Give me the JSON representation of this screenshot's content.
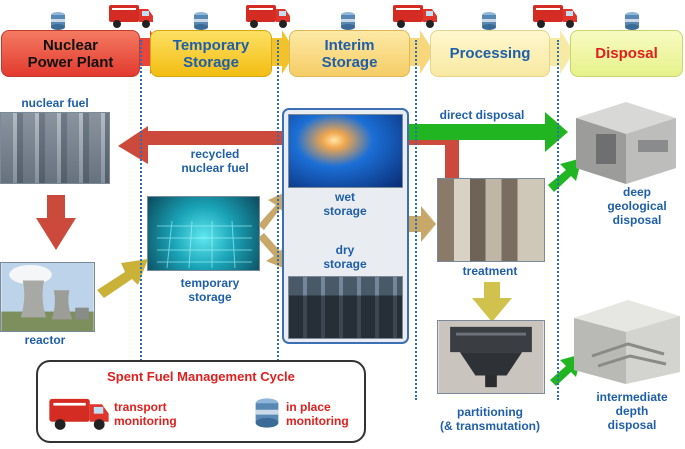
{
  "stages": [
    {
      "id": "nuclear_power_plant",
      "label": "Nuclear\nPower Plant",
      "color": "#e9453a",
      "text_color": "#111111"
    },
    {
      "id": "temporary_storage",
      "label": "Temporary\nStorage",
      "color": "#f7c81b",
      "text_color": "#1f5fa8"
    },
    {
      "id": "interim_storage",
      "label": "Interim\nStorage",
      "color": "#f9d87a",
      "text_color": "#1f5fa8"
    },
    {
      "id": "processing",
      "label": "Processing",
      "color": "#fbefb0",
      "text_color": "#1f5fa8"
    },
    {
      "id": "disposal",
      "label": "Disposal",
      "color": "#eef79a",
      "text_color": "#e0201e"
    }
  ],
  "labels": {
    "nuclear_fuel": "nuclear fuel",
    "recycled_fuel": "recycled\nnuclear fuel",
    "direct_disposal": "direct disposal",
    "reactor": "reactor",
    "temporary_storage": "temporary\nstorage",
    "wet_storage": "wet\nstorage",
    "dry_storage": "dry\nstorage",
    "treatment": "treatment",
    "partitioning": "partitioning\n(& transmutation)",
    "deep_geological_disposal": "deep\ngeological\ndisposal",
    "intermediate_depth_disposal": "intermediate\ndepth\ndisposal"
  },
  "legend": {
    "title": "Spent Fuel Management Cycle",
    "transport": "transport\nmonitoring",
    "in_place": "in place\nmonitoring"
  },
  "colors": {
    "arrow_red": "#cc4a3b",
    "arrow_green": "#22b522",
    "arrow_olive": "#c9b237",
    "arrow_tan": "#c8a869",
    "dotted_line": "#2a6fb8",
    "label_blue": "#1f5fa8",
    "label_red": "#e0201e"
  },
  "icons": {
    "truck": "truck-icon",
    "sensor": "sensor-icon"
  }
}
